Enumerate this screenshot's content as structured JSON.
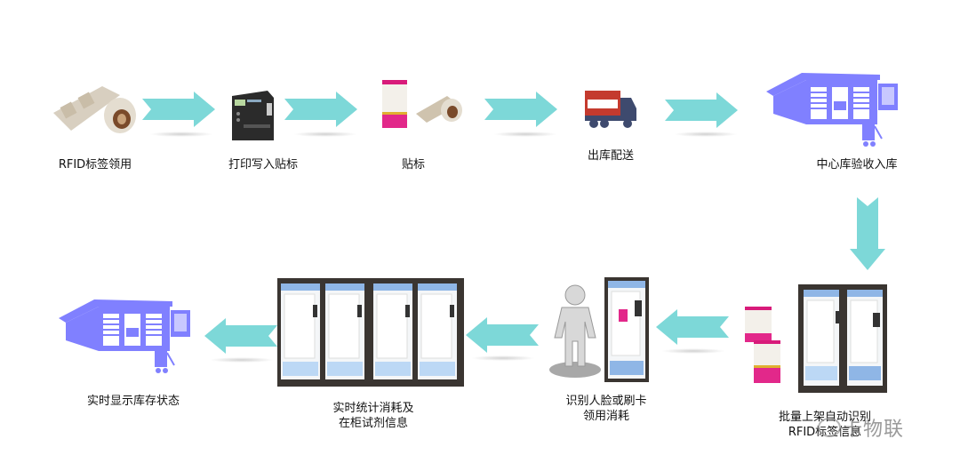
{
  "colors": {
    "arrow": "#7dd8d8",
    "warehouse": "#8080ff",
    "cabinet_bg": "#3a3531",
    "cabinet_top": "#8fb6e6"
  },
  "steps": [
    {
      "label": "RFID标签领用",
      "icon": "rfid-tag-roll-icon"
    },
    {
      "label": "打印写入贴标",
      "icon": "label-printer-icon"
    },
    {
      "label": "贴标",
      "icon": "reagent-box-with-tag-icon"
    },
    {
      "label": "出库配送",
      "icon": "delivery-truck-icon"
    },
    {
      "label": "中心库验收入库",
      "icon": "warehouse-icon"
    },
    {
      "label_line1": "批量上架自动识别",
      "label_line2": "RFID标签信息",
      "icon": "smart-cabinet-icon"
    },
    {
      "label_line1": "识别人脸或刷卡",
      "label_line2": "领用消耗",
      "icon": "person-cabinet-icon"
    },
    {
      "label_line1": "实时统计消耗及",
      "label_line2": "在柜试剂信息",
      "icon": "cabinet-row-icon"
    },
    {
      "label": "实时显示库存状态",
      "icon": "warehouse-icon"
    }
  ],
  "watermark": "卡物联"
}
